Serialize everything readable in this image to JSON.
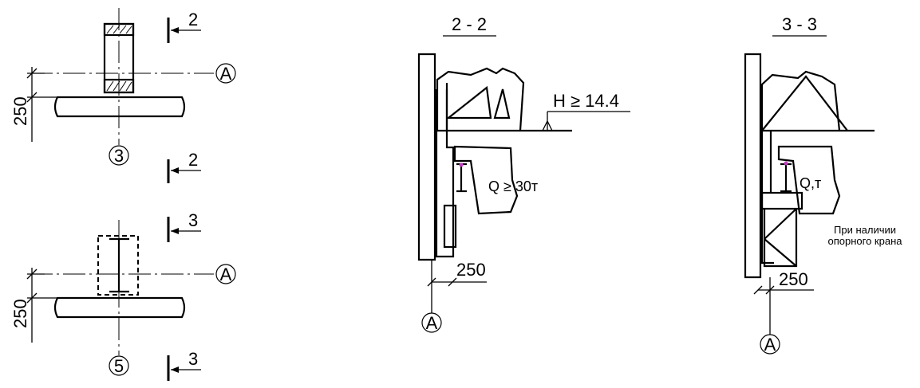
{
  "plan_top": {
    "section_number": "2",
    "axis_letter": "A",
    "column_number": "3",
    "dimension": "250"
  },
  "plan_bottom": {
    "section_number": "3",
    "axis_letter": "A",
    "column_number": "5",
    "dimension": "250"
  },
  "section_2_2": {
    "title": "2 - 2",
    "height_label": "H ≥ 14.4",
    "load_label": "Q ≥ 30т",
    "dimension": "250",
    "axis_letter": "A"
  },
  "section_3_3": {
    "title": "3 - 3",
    "load_label": "Q,т",
    "dimension": "250",
    "axis_letter": "A",
    "note_line1": "При наличии",
    "note_line2": "опорного крана"
  },
  "colors": {
    "line": "#000000",
    "marker": "#c040c0",
    "background": "#ffffff"
  }
}
